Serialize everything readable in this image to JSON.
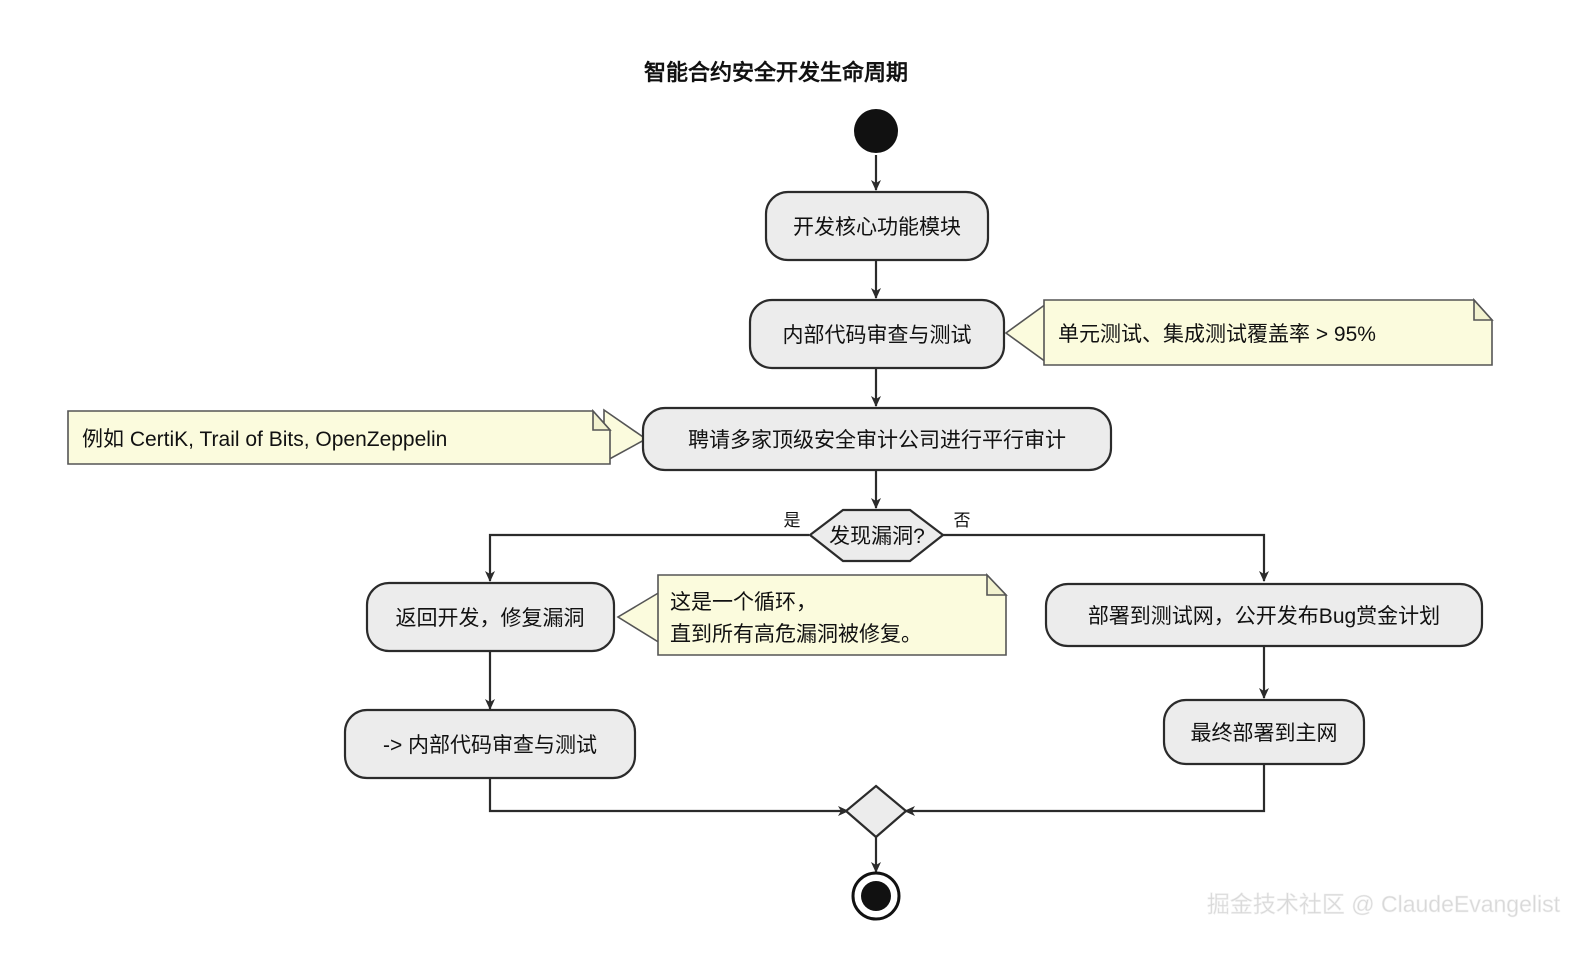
{
  "title": "智能合约安全开发生命周期",
  "colors": {
    "node_fill": "#ececec",
    "node_stroke": "#2b2b2b",
    "note_fill": "#fbfbdd",
    "note_stroke": "#555555",
    "edge": "#2b2b2b",
    "text": "#111111",
    "watermark": "#d8d8d8",
    "background": "#ffffff"
  },
  "nodes": {
    "start": "",
    "develop": "开发核心功能模块",
    "internal_review": "内部代码审查与测试",
    "audit": "聘请多家顶级安全审计公司进行平行审计",
    "decision": "发现漏洞?",
    "fix": "返回开发，修复漏洞",
    "loop_back": "-> 内部代码审查与测试",
    "testnet": "部署到测试网，公开发布Bug赏金计划",
    "mainnet": "最终部署到主网",
    "merge": "",
    "end": ""
  },
  "edge_labels": {
    "yes": "是",
    "no": "否"
  },
  "notes": {
    "coverage": "单元测试、集成测试覆盖率 > 95%",
    "auditors": "例如 CertiK, Trail of Bits, OpenZeppelin",
    "loop_line1": "这是一个循环，",
    "loop_line2": "直到所有高危漏洞被修复。"
  },
  "watermark": "掘金技术社区 @ ClaudeEvangelist"
}
